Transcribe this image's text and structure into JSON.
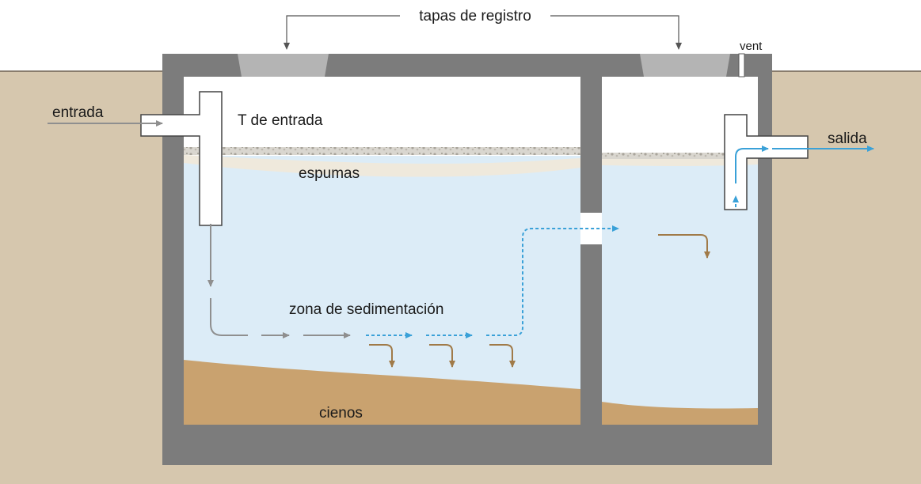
{
  "labels": {
    "access_covers": "tapas de registro",
    "vent": "vent",
    "inlet": "entrada",
    "inlet_tee": "T de entrada",
    "scum": "espumas",
    "settling_zone": "zona de sedimentación",
    "sludge": "cienos",
    "outlet": "salida"
  },
  "colors": {
    "soil": "#d6c7ae",
    "concrete": "#7c7c7c",
    "lid": "#b4b4b4",
    "water": "#dcecf7",
    "scum": "#efe9dc",
    "sludge": "#c9a26f",
    "flow_gray": "#8f8f8f",
    "flow_blue": "#3aa1d8",
    "flow_brown": "#a07a48"
  }
}
